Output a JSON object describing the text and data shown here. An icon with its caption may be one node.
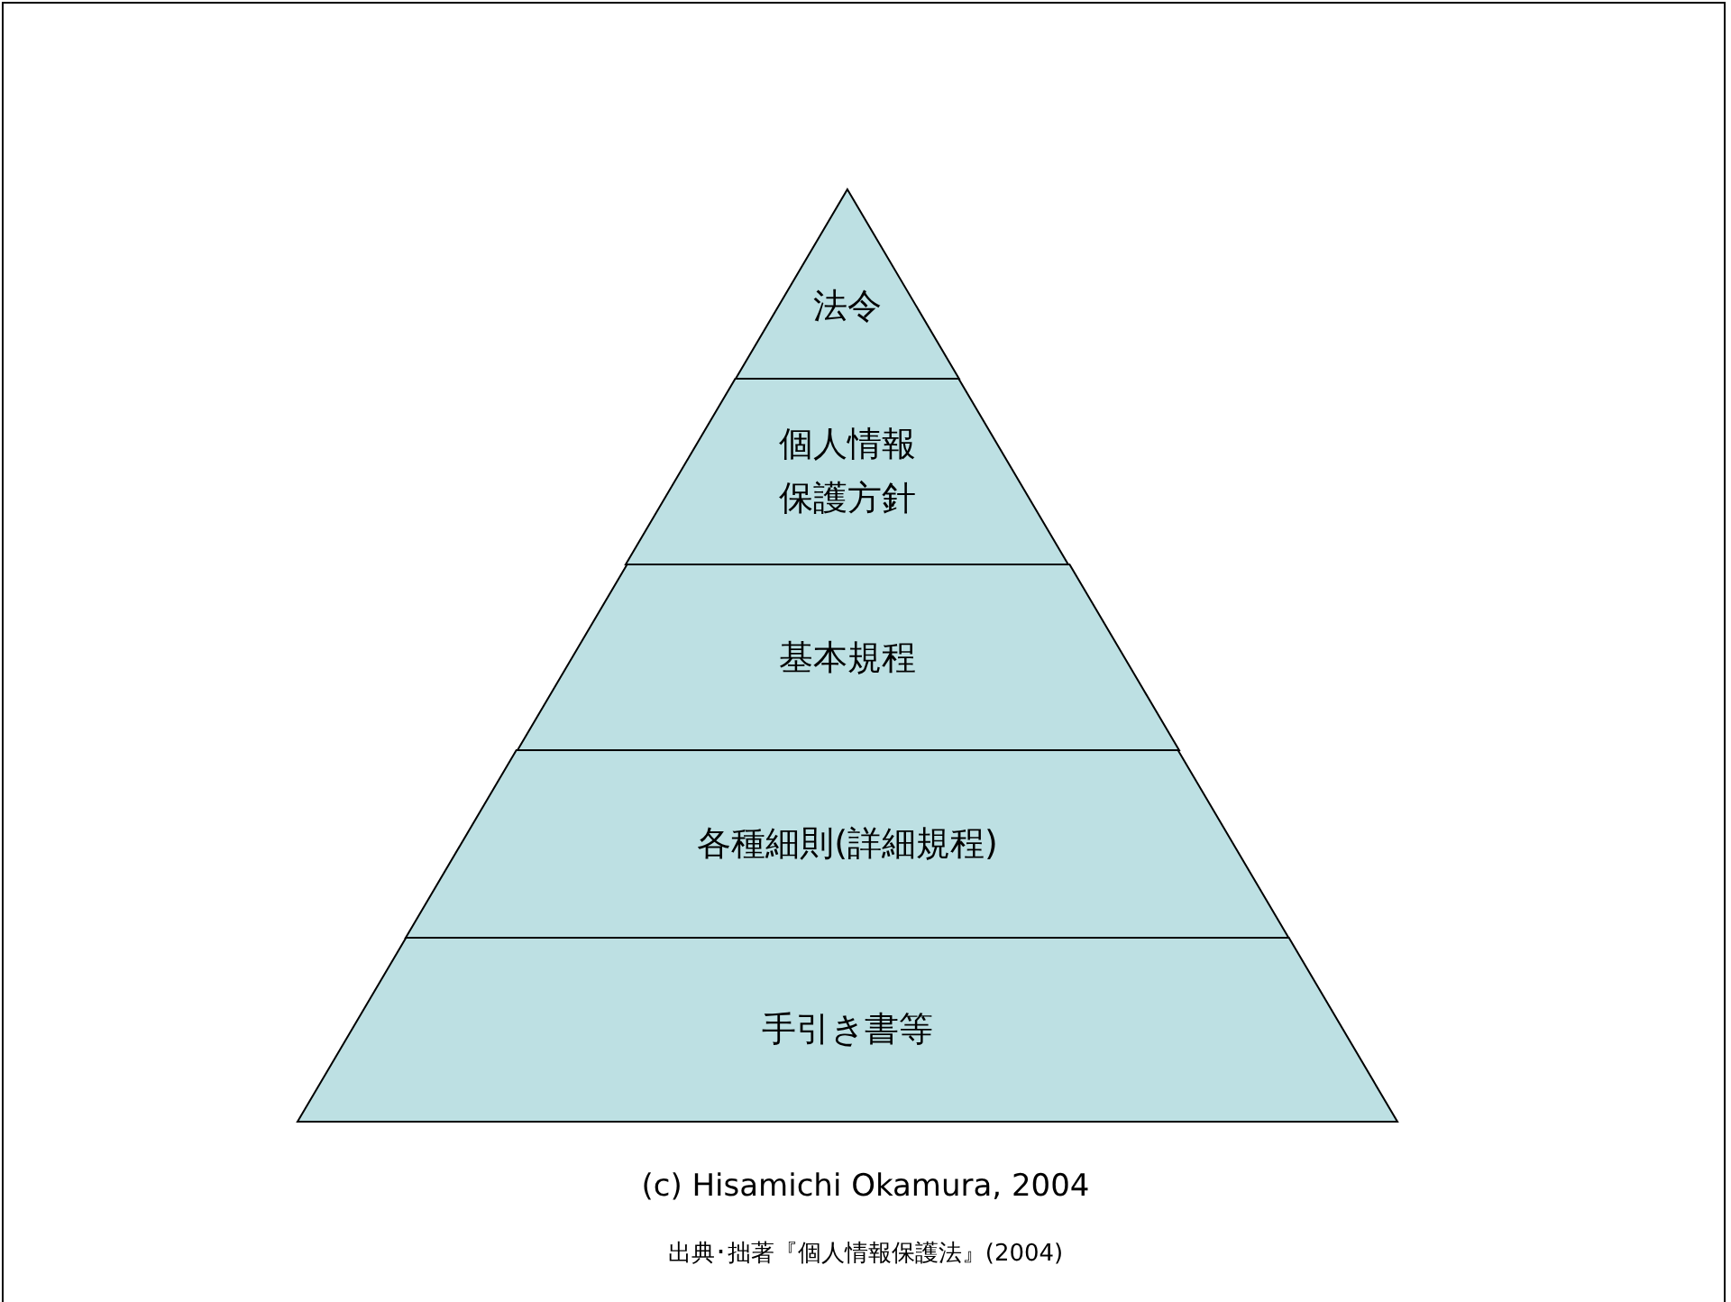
{
  "diagram": {
    "nodes": [
      {
        "text": [
          "法令"
        ]
      },
      {
        "text": [
          "個人情報保護方針"
        ]
      },
      {
        "text": [
          "基本規程"
        ]
      },
      {
        "text": [
          "各種細則(詳細規程)"
        ]
      },
      {
        "text": [
          "手引き書等"
        ]
      }
    ],
    "labels": [
      "(c) Hisamichi Okamura, 2004",
      "出典･拙著『個人情報保護法』(2004)"
    ]
  }
}
